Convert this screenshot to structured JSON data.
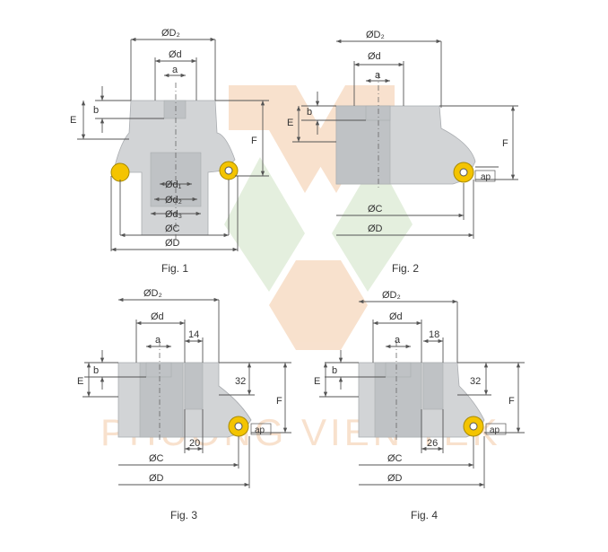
{
  "watermark": {
    "text": "PHUONG VIEN TEK",
    "colors": {
      "orange": "#f0b27a",
      "green": "#a9cf9a"
    }
  },
  "colors": {
    "body": "#d2d4d6",
    "insert": "#f4c400"
  },
  "figures": [
    {
      "caption": "Fig. 1",
      "labels": {
        "D2": "ØD₂",
        "d": "Ød",
        "a": "a",
        "b": "b",
        "E": "E",
        "F": "F",
        "d1": "Ød₁",
        "d2": "Ød₂",
        "d3": "Ød₃",
        "C": "ØC",
        "D": "ØD"
      }
    },
    {
      "caption": "Fig. 2",
      "labels": {
        "D2": "ØD₂",
        "d": "Ød",
        "a": "a",
        "b": "b",
        "E": "E",
        "F": "F",
        "ap": "ap",
        "C": "ØC",
        "D": "ØD"
      }
    },
    {
      "caption": "Fig. 3",
      "labels": {
        "D2": "ØD₂",
        "d": "Ød",
        "a": "a",
        "w14": "14",
        "b": "b",
        "E": "E",
        "h32": "32",
        "F": "F",
        "ap": "ap",
        "w20": "20",
        "C": "ØC",
        "D": "ØD"
      }
    },
    {
      "caption": "Fig. 4",
      "labels": {
        "D2": "ØD₂",
        "d": "Ød",
        "a": "a",
        "w18": "18",
        "b": "b",
        "E": "E",
        "h32": "32",
        "F": "F",
        "ap": "ap",
        "w26": "26",
        "C": "ØC",
        "D": "ØD"
      }
    }
  ]
}
